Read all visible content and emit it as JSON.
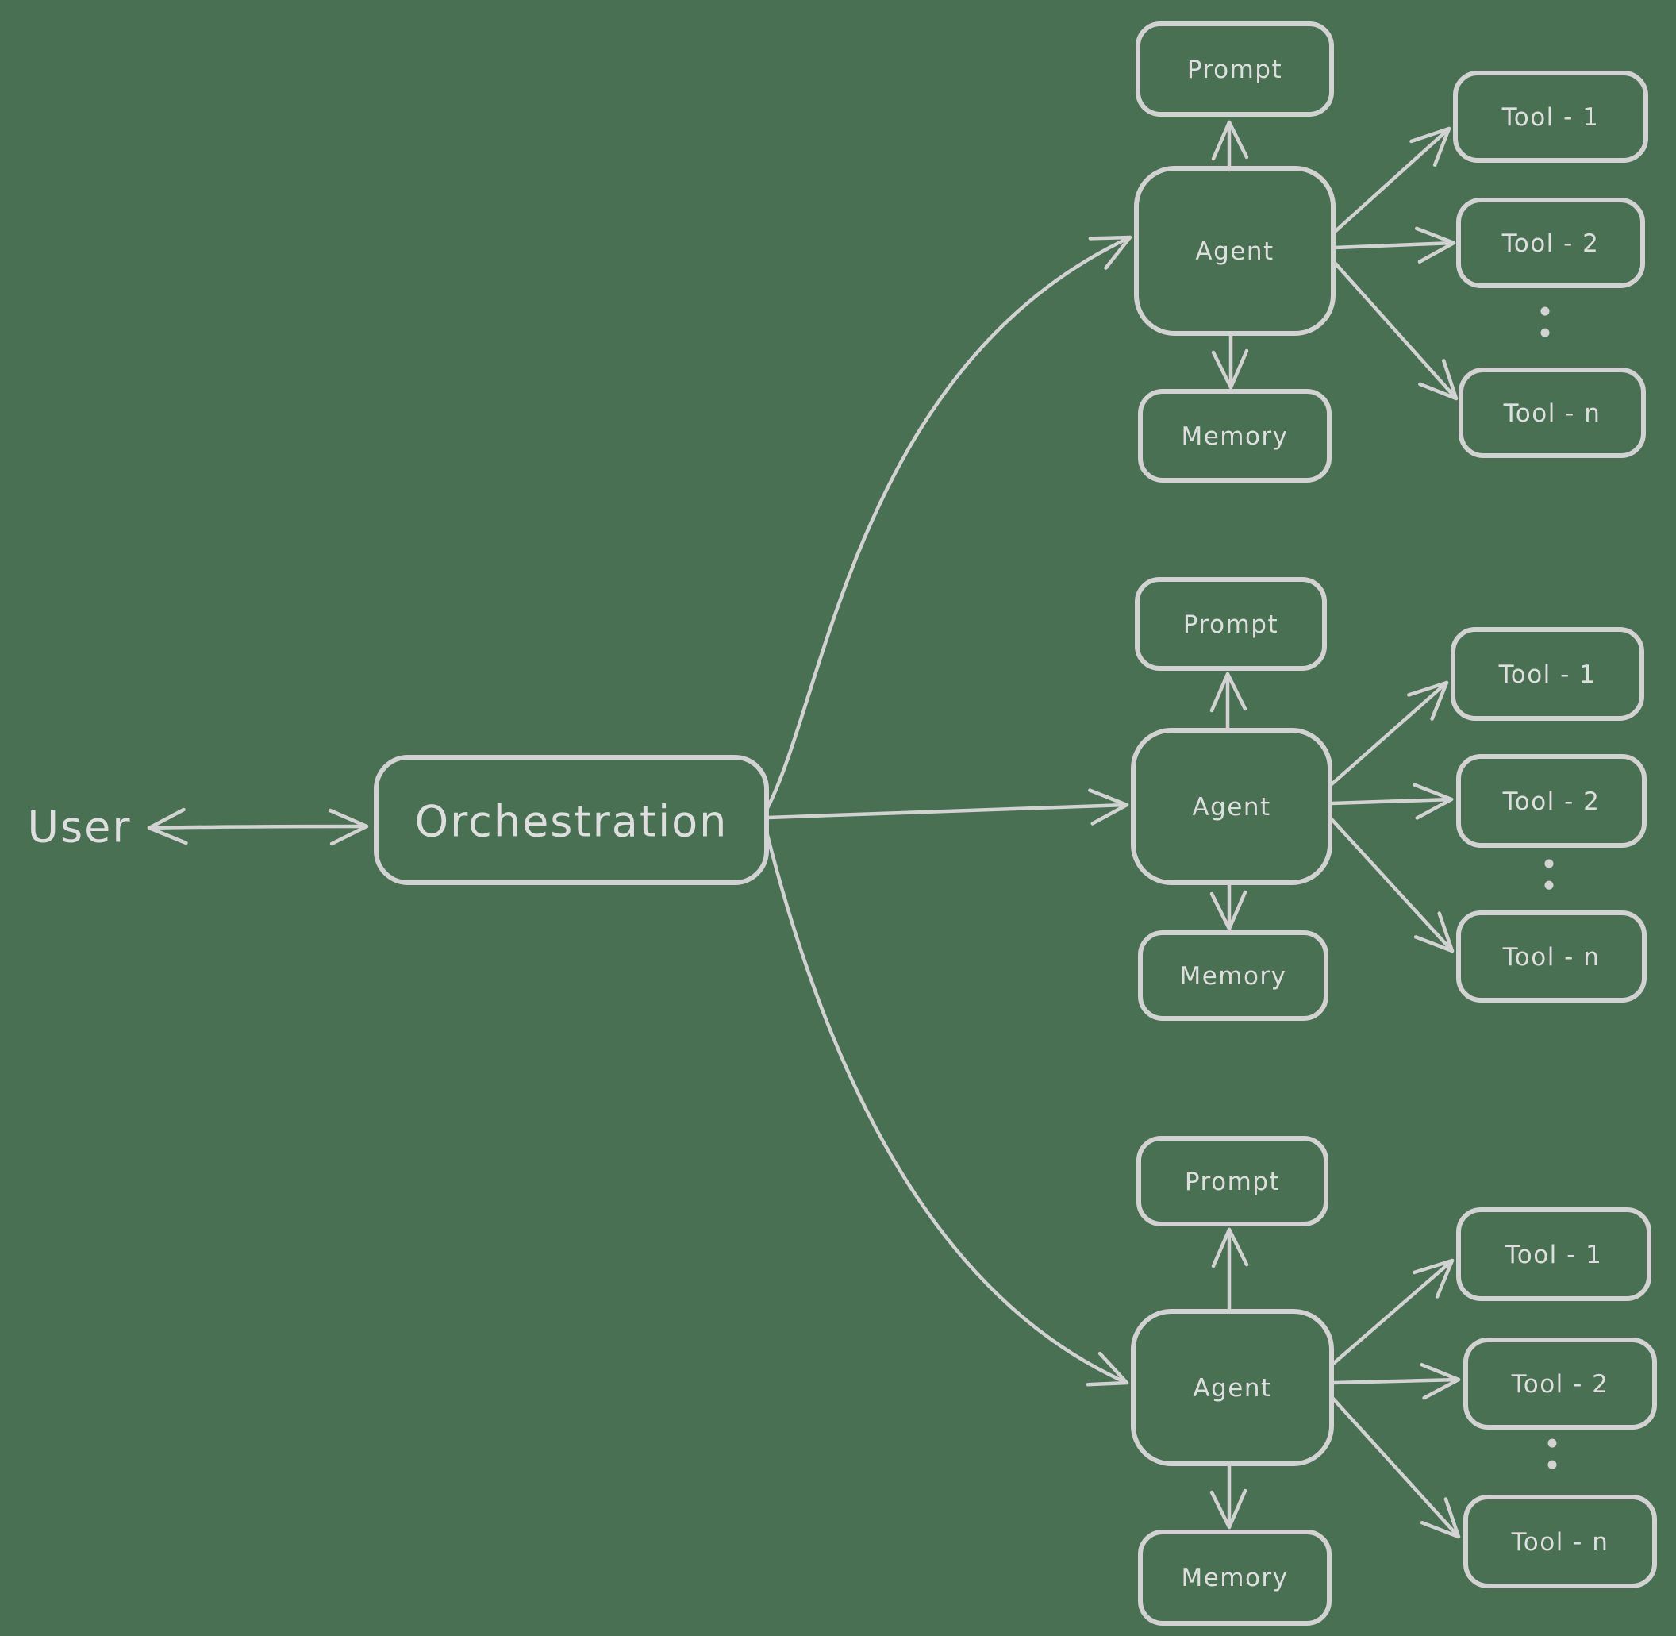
{
  "colors": {
    "background": "#497052",
    "stroke": "#d2d2d2",
    "text": "#dedede"
  },
  "nodes": {
    "user": "User",
    "orchestration": "Orchestration"
  },
  "clusters": [
    {
      "prompt": "Prompt",
      "agent": "Agent",
      "memory": "Memory",
      "tools": [
        "Tool - 1",
        "Tool - 2",
        "Tool - n"
      ]
    },
    {
      "prompt": "Prompt",
      "agent": "Agent",
      "memory": "Memory",
      "tools": [
        "Tool - 1",
        "Tool - 2",
        "Tool - n"
      ]
    },
    {
      "prompt": "Prompt",
      "agent": "Agent",
      "memory": "Memory",
      "tools": [
        "Tool - 1",
        "Tool - 2",
        "Tool - n"
      ]
    }
  ]
}
